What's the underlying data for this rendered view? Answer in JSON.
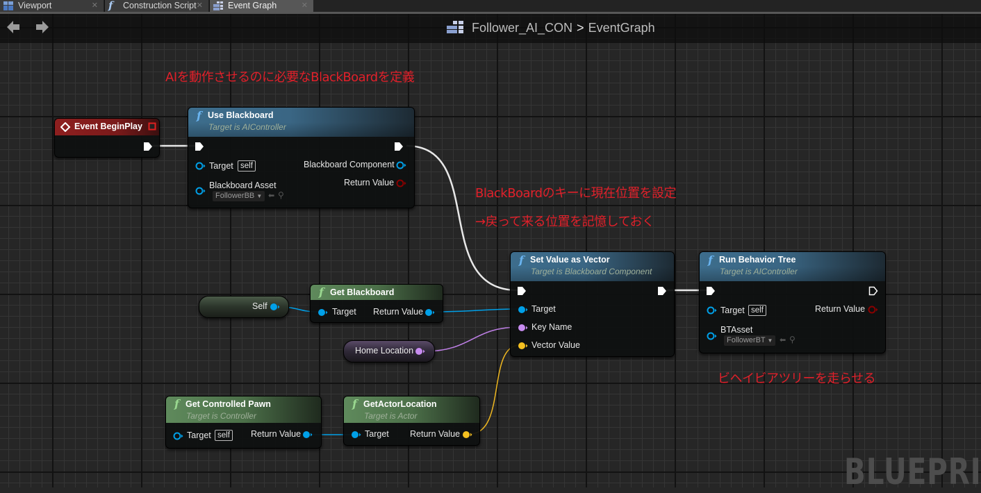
{
  "tabs": [
    {
      "label": "Viewport",
      "icon": "viewport-icon",
      "active": false
    },
    {
      "label": "Construction Script",
      "icon": "function-icon",
      "active": false
    },
    {
      "label": "Event Graph",
      "icon": "event-graph-icon",
      "active": true
    }
  ],
  "breadcrumb": {
    "blueprint": "Follower_AI_CON",
    "separator": ">",
    "graph": "EventGraph"
  },
  "comments": [
    "AIを動作させるのに必要なBlackBoardを定義",
    "BlackBoardのキーに現在位置を設定",
    "→戻って来る位置を記憶しておく",
    "ビヘイビアツリーを走らせる"
  ],
  "nodes": {
    "event_begin_play": {
      "title": "Event BeginPlay"
    },
    "use_blackboard": {
      "title": "Use Blackboard",
      "subtitle": "Target is AIController",
      "pins": {
        "target": "Target",
        "target_default": "self",
        "asset": "Blackboard Asset",
        "asset_value": "FollowerBB",
        "component": "Blackboard Component",
        "return": "Return Value"
      }
    },
    "get_blackboard": {
      "title": "Get Blackboard",
      "pins": {
        "target": "Target",
        "return": "Return Value"
      }
    },
    "self_var": {
      "label": "Self"
    },
    "home_location_var": {
      "label": "Home Location"
    },
    "set_value_as_vector": {
      "title": "Set Value as Vector",
      "subtitle": "Target is Blackboard Component",
      "pins": {
        "target": "Target",
        "key": "Key Name",
        "value": "Vector Value"
      }
    },
    "run_behavior_tree": {
      "title": "Run Behavior Tree",
      "subtitle": "Target is AIController",
      "pins": {
        "target": "Target",
        "target_default": "self",
        "asset": "BTAsset",
        "asset_value": "FollowerBT",
        "return": "Return Value"
      }
    },
    "get_controlled_pawn": {
      "title": "Get Controlled Pawn",
      "subtitle": "Target is Controller",
      "pins": {
        "target": "Target",
        "target_default": "self",
        "return": "Return Value"
      }
    },
    "get_actor_location": {
      "title": "GetActorLocation",
      "subtitle": "Target is Actor",
      "pins": {
        "target": "Target",
        "return": "Return Value"
      }
    }
  },
  "watermark": "BLUEPRINT",
  "colors": {
    "comment": "#e0202a",
    "exec": "#ffffff",
    "object_pin": "#00a8f0",
    "name_pin": "#c78cf0",
    "vector_pin": "#f5c020",
    "bool_pin": "#8a0000"
  }
}
